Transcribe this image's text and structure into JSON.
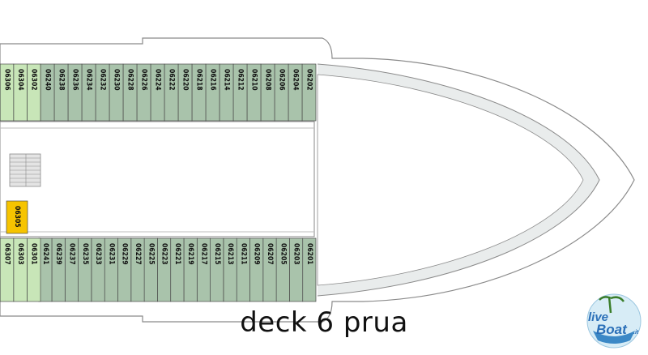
{
  "caption": "deck 6 prua",
  "logo": {
    "line1": "live",
    "line2": "Boat",
    "suffix": ".it"
  },
  "colors": {
    "hull_outline": "#8a8a8a",
    "inner_hull": "#e9ecec",
    "cabin_green": "#a9c3ab",
    "cabin_light_green": "#c8e6b8",
    "cabin_yellow": "#f6c400",
    "logo_blue": "#2a6fb8"
  },
  "cabins": {
    "top": [
      "06202",
      "06204",
      "06206",
      "06208",
      "06210",
      "06212",
      "06214",
      "06216",
      "06218",
      "06220",
      "06222",
      "06224",
      "06226",
      "06228",
      "06230",
      "06232",
      "06234",
      "06236",
      "06238",
      "06240"
    ],
    "top_left": [
      "06302",
      "06304",
      "06306"
    ],
    "middle": [
      "06305"
    ],
    "bottom": [
      "06201",
      "06203",
      "06205",
      "06207",
      "06209",
      "06211",
      "06213",
      "06215",
      "06217",
      "06219",
      "06221",
      "06223",
      "06225",
      "06227",
      "06229",
      "06231",
      "06233",
      "06235",
      "06237",
      "06239",
      "06241"
    ],
    "bottom_left": [
      "06301",
      "06303",
      "06307"
    ]
  }
}
